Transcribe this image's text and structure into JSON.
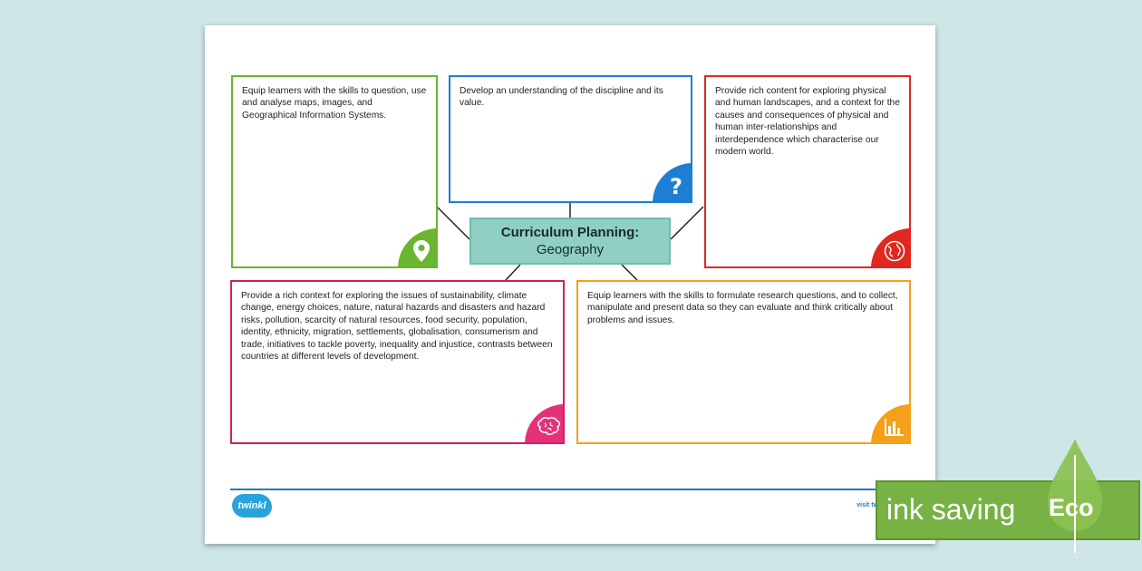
{
  "center": {
    "title": "Curriculum Planning:",
    "subtitle": "Geography"
  },
  "boxes": [
    {
      "text": "Equip learners with the skills to question, use and analyse maps, images, and Geographical Information Systems.",
      "color": "#6bb52f",
      "icon": "map-pin-icon"
    },
    {
      "text": "Develop an understanding of the discipline and its value.",
      "color": "#1d7fd4",
      "icon": "question-mark-icon"
    },
    {
      "text": "Provide rich content for exploring physical and human landscapes, and a context for the causes and consequences of physical and human inter-relationships and interdependence which characterise our modern world.",
      "color": "#e0281e",
      "icon": "globe-icon"
    },
    {
      "text": "Provide a rich context for exploring the issues of sustainability, climate change, energy choices, nature, natural hazards and disasters and hazard risks, pollution, scarcity of natural resources, food security, population, identity, ethnicity, migration, settlements, globalisation, consumerism and trade, initiatives to tackle poverty, inequality and injustice, contrasts between countries at different levels of development.",
      "color": "#d81b60",
      "icon": "brain-icon"
    },
    {
      "text": "Equip learners with the skills to formulate research questions, and to collect, manipulate and present data so they can evaluate and think critically about problems and issues.",
      "color": "#f5a01a",
      "icon": "bar-chart-icon"
    }
  ],
  "footer": {
    "logo": "twinkl",
    "visit": "visit twinkl.cymru"
  },
  "badge": {
    "label": "ink saving",
    "eco": "Eco"
  }
}
